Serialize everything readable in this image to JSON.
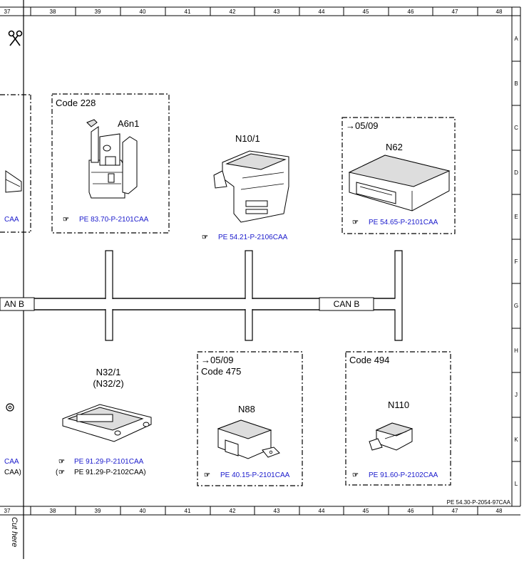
{
  "grid": {
    "columns": [
      "37",
      "38",
      "39",
      "40",
      "41",
      "42",
      "43",
      "44",
      "45",
      "46",
      "47",
      "48"
    ],
    "rows": [
      "A",
      "B",
      "C",
      "D",
      "E",
      "F",
      "G",
      "H",
      "J",
      "K",
      "L"
    ]
  },
  "sheet_ref": "PE 54.30-P-2054-97CAA",
  "cut_here": "Cut here",
  "bus_labels": {
    "left": "AN B",
    "right": "CAN B"
  },
  "components": {
    "a6n1": {
      "code": "Code 228",
      "name": "A6n1",
      "ref": "PE 83.70-P-2101CAA"
    },
    "n10_1": {
      "name": "N10/1",
      "ref": "PE 54.21-P-2106CAA"
    },
    "n62": {
      "note": "→05/09",
      "name": "N62",
      "ref": "PE 54.65-P-2101CAA"
    },
    "n32_1": {
      "name": "N32/1",
      "name_alt": "(N32/2)",
      "ref": "PE 91.29-P-2101CAA",
      "ref_alt_open": "(",
      "ref_alt": "PE 91.29-P-2102CAA)"
    },
    "n88": {
      "note": "→05/09",
      "code": "Code 475",
      "name": "N88",
      "ref": "PE 40.15-P-2101CAA"
    },
    "n110": {
      "code": "Code 494",
      "name": "N110",
      "ref": "PE 91.60-P-2102CAA"
    }
  },
  "left_fragments": {
    "ref_top": "CAA",
    "ref_mid": "CAA",
    "ref_low": "CAA)"
  },
  "colors": {
    "ref_link": "#1a1acc",
    "line": "#000000"
  }
}
